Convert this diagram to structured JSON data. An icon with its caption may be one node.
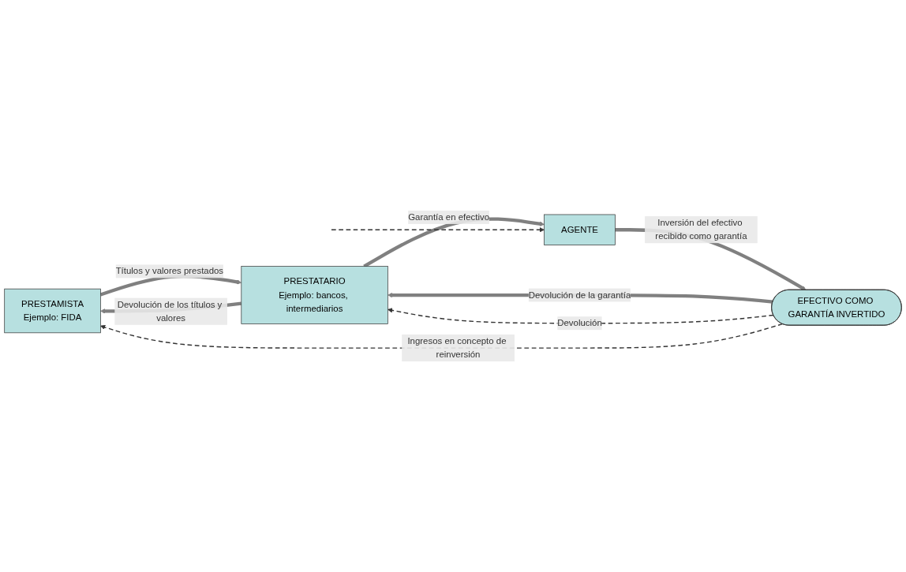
{
  "diagram": {
    "nodes": [
      {
        "text": [
          "PRESTAMISTA",
          "Ejemplo: FIDA"
        ]
      },
      {
        "text": [
          "AGENTE"
        ]
      },
      {
        "text": [
          "EFECTIVO COMO GARANTÍA INVERTIDO"
        ]
      },
      {
        "text": [
          "PRESTATARIO",
          "Ejemplo: bancos, intermediarios"
        ]
      }
    ],
    "edges": [
      {
        "from": 0,
        "to": 3,
        "arrow": "to",
        "label": "Títulos y valores prestados"
      },
      {
        "from": 3,
        "to": 1,
        "arrow": "to",
        "label": "Garantía en efectivo"
      },
      {
        "from": 1,
        "to": 2,
        "arrow": "to",
        "label": "Inversión del efectivo recibido como garantía"
      },
      {
        "from": 2,
        "to": 3,
        "arrow": "to",
        "label": "Devolución de la garantía"
      },
      {
        "from": 3,
        "to": 0,
        "arrow": "to",
        "label": "Devolución de los títulos y valores"
      },
      {
        "from": null,
        "to": 1,
        "arrow": "to",
        "style": "dashed"
      },
      {
        "from": 2,
        "to": 3,
        "arrow": "to",
        "label": "Devolución",
        "style": "dashed"
      },
      {
        "from": 2,
        "to": 0,
        "arrow": "to",
        "label": "Ingresos en concepto de reinversión",
        "style": "dashed"
      }
    ]
  }
}
